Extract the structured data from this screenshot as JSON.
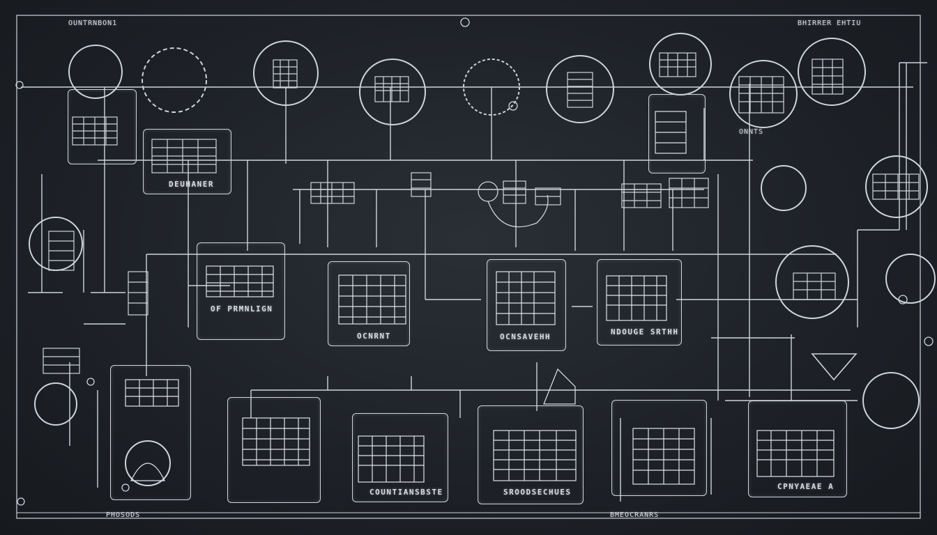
{
  "header": {
    "left_label": "OUNTRNBON1",
    "right_label": "BHIRRER EHTIU"
  },
  "nodes": {
    "top_mid_right": "ONNTS",
    "left_box": "DEUHANER",
    "center_left": "OF PRMNLIGN",
    "center": "OCNRNT",
    "center_right": "OCNSAVEHH",
    "right_center": "NDOUGE SRTHH",
    "bottom_center_left": "COUNTIANSBSTE",
    "bottom_center": "SROODSECHUES",
    "bottom_right": "CPNYAEAE A"
  },
  "footer": {
    "left_label": "PHOSODS",
    "right_label": "BMEOCRANRS"
  },
  "colors": {
    "background": "#1d2127",
    "line": "#cfd5dc",
    "text": "#d8dde3"
  },
  "icons": [
    "building-icon",
    "tower-icon",
    "dome-icon",
    "gear-icon",
    "globe-icon",
    "pyramid-icon"
  ]
}
